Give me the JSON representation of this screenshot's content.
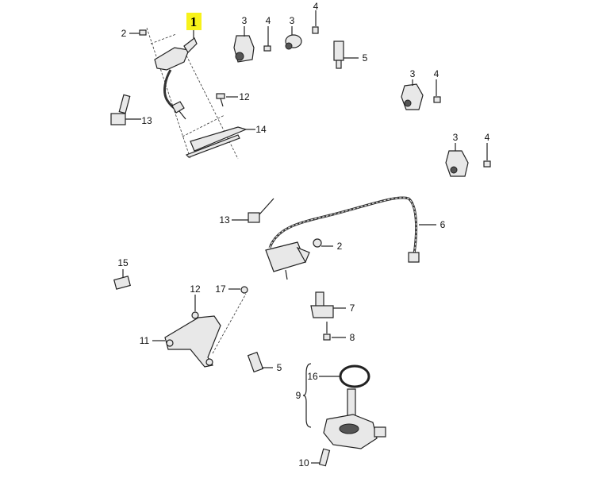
{
  "diagram": {
    "highlighted_callout": "1",
    "highlight_color": "#f7f21a",
    "callouts": {
      "c1": "1",
      "c2a": "2",
      "c3a": "3",
      "c4a": "4",
      "c3b": "3",
      "c4b": "4",
      "c5a": "5",
      "c12a": "12",
      "c13a": "13",
      "c14": "14",
      "c3c": "3",
      "c4c": "4",
      "c3d": "3",
      "c4d": "4",
      "c13b": "13",
      "c6": "6",
      "c2b": "2",
      "c15": "15",
      "c12b": "12",
      "c17": "17",
      "c7": "7",
      "c11": "11",
      "c8": "8",
      "c5b": "5",
      "c16": "16",
      "c9": "9",
      "c10": "10"
    }
  }
}
